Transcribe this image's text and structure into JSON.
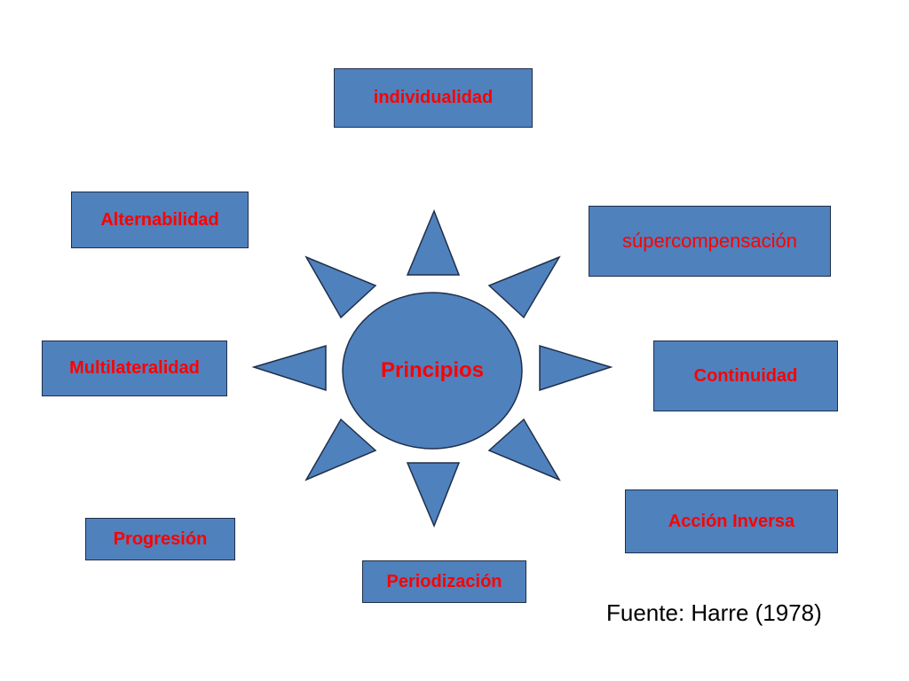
{
  "diagram": {
    "center": "Principios",
    "principles": {
      "individualidad": "individualidad",
      "alternabilidad": "Alternabilidad",
      "supercompensacion": "súpercompensación",
      "multilateralidad": "Multilateralidad",
      "continuidad": "Continuidad",
      "accion_inversa": "Acción Inversa",
      "progresion": "Progresión",
      "periodizacion": "Periodización"
    },
    "source": "Fuente: Harre (1978)"
  },
  "colors": {
    "shape_fill": "#4f81bd",
    "shape_stroke": "#1f2f4a",
    "label_text": "#ff0000"
  }
}
